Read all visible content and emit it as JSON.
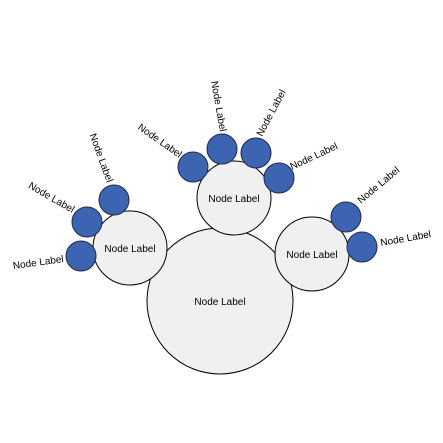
{
  "colors": {
    "parent_fill": "#f0f0f0",
    "leaf_fill": "#3c64b0",
    "stroke": "#000000"
  },
  "nodes": {
    "root": {
      "label": "Node Label"
    },
    "left": {
      "label": "Node Label"
    },
    "top": {
      "label": "Node Label"
    },
    "right": {
      "label": "Node Label"
    }
  },
  "leaves": {
    "left_1": "Node Label",
    "left_2": "Node Label",
    "left_3": "Node Label",
    "top_1": "Node Label",
    "top_2": "Node Label",
    "top_3": "Node Label",
    "top_4": "Node Label",
    "right_1": "Node Label",
    "right_2": "Node Label"
  }
}
